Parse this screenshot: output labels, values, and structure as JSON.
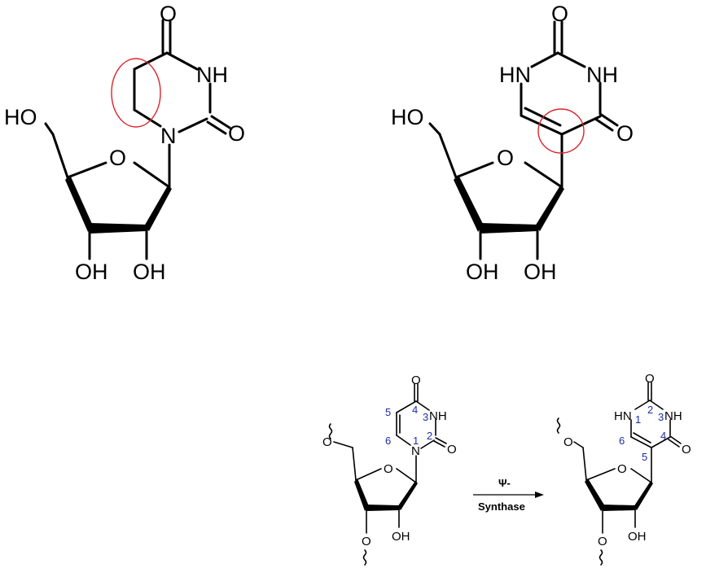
{
  "colors": {
    "ink": "#000000",
    "highlight_circle": "#d9262c",
    "atom_numbers": "#1f2ea8"
  },
  "top_uridine": {
    "atoms": {
      "o_top": "O",
      "nh": "NH",
      "o_right": "O",
      "n1": "N",
      "ho": "HO",
      "o_ring": "O",
      "oh_left": "OH",
      "oh_right": "OH"
    }
  },
  "top_pseudouridine": {
    "atoms": {
      "o_top": "O",
      "hn": "HN",
      "nh": "NH",
      "o_right": "O",
      "ho": "HO",
      "o_ring": "O",
      "oh_left": "OH",
      "oh_right": "OH"
    }
  },
  "bottom_uridine": {
    "atoms": {
      "o_top": "O",
      "nh": "NH",
      "o_right": "O",
      "n1": "N",
      "o5": "O",
      "o_ring": "O",
      "o3": "O",
      "oh": "OH"
    },
    "numbers": {
      "n1": "1",
      "n2": "2",
      "n3": "3",
      "n4": "4",
      "n5": "5",
      "n6": "6"
    }
  },
  "reaction": {
    "label_top": "Ψ-",
    "label_bottom": "Synthase"
  },
  "bottom_pseudouridine": {
    "atoms": {
      "o_top": "O",
      "hn": "HN",
      "nh": "NH",
      "o_right": "O",
      "o5": "O",
      "o_ring": "O",
      "o3": "O",
      "oh": "OH"
    },
    "numbers": {
      "n1": "1",
      "n2": "2",
      "n3": "3",
      "n4": "4",
      "n5": "5",
      "n6": "6"
    }
  }
}
